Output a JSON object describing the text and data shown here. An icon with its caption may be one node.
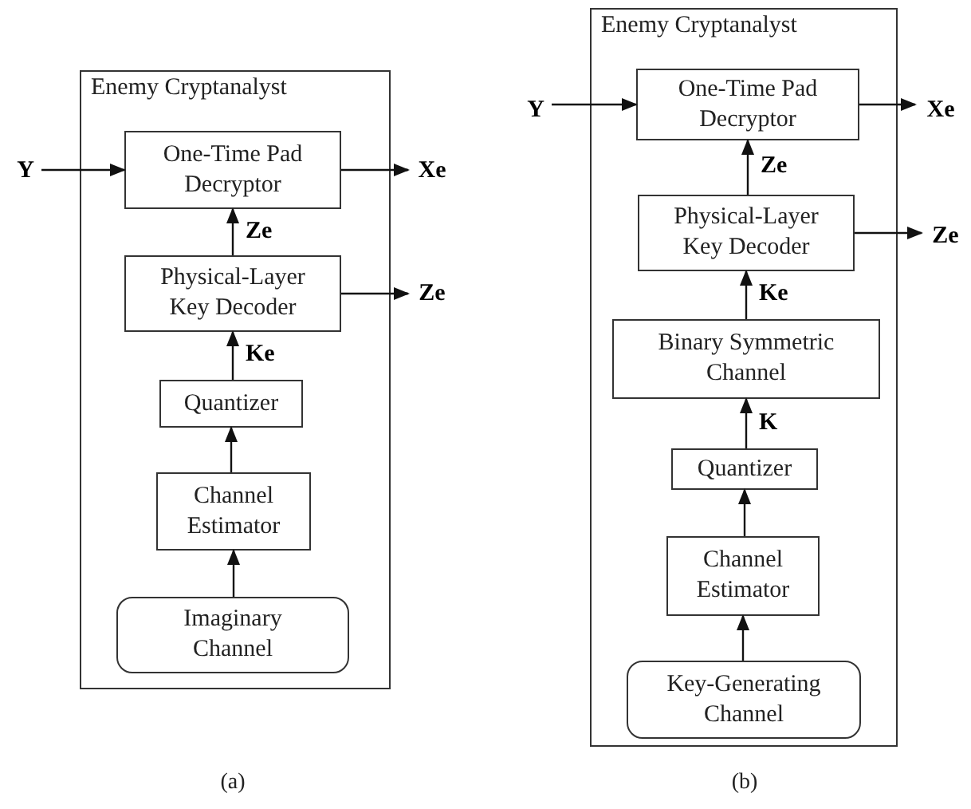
{
  "diagram": {
    "nodes": [
      {
        "text": [
          "Enemy Cryptanalyst"
        ]
      },
      {
        "text": [
          "One-Time Pad Decryptor"
        ],
        "in": 0
      },
      {
        "text": [
          "Physical-Layer Key Decoder"
        ],
        "in": 0
      },
      {
        "text": [
          "Quantizer"
        ],
        "in": 0
      },
      {
        "text": [
          "Channel Estimator"
        ],
        "in": 0
      },
      {
        "text": [
          "Imaginary Channel"
        ],
        "in": 0
      },
      {
        "text": [
          "Y"
        ]
      },
      {
        "text": [
          "Xe"
        ]
      },
      {
        "text": [
          "Ze"
        ]
      },
      {
        "text": [
          "Enemy Cryptanalyst"
        ]
      },
      {
        "text": [
          "One-Time Pad Decryptor"
        ],
        "in": 9
      },
      {
        "text": [
          "Physical-Layer Key Decoder"
        ],
        "in": 9
      },
      {
        "text": [
          "Binary Symmetric Channel"
        ],
        "in": 9
      },
      {
        "text": [
          "Quantizer"
        ],
        "in": 9
      },
      {
        "text": [
          "Channel Estimator"
        ],
        "in": 9
      },
      {
        "text": [
          "Key-Generating Channel"
        ],
        "in": 9
      },
      {
        "text": [
          "Y"
        ]
      },
      {
        "text": [
          "Xe"
        ]
      },
      {
        "text": [
          "Ze"
        ]
      }
    ],
    "edges": [
      {
        "from": 6,
        "to": 1,
        "arrow": "to"
      },
      {
        "from": 1,
        "to": 7,
        "arrow": "to"
      },
      {
        "from": 2,
        "to": 8,
        "arrow": "to"
      },
      {
        "from": 2,
        "to": 1,
        "arrow": "to",
        "label": "Ze"
      },
      {
        "from": 3,
        "to": 2,
        "arrow": "to",
        "label": "Ke"
      },
      {
        "from": 4,
        "to": 3,
        "arrow": "to"
      },
      {
        "from": 5,
        "to": 4,
        "arrow": "to"
      },
      {
        "from": 16,
        "to": 10,
        "arrow": "to"
      },
      {
        "from": 10,
        "to": 17,
        "arrow": "to"
      },
      {
        "from": 11,
        "to": 18,
        "arrow": "to"
      },
      {
        "from": 11,
        "to": 10,
        "arrow": "to",
        "label": "Ze"
      },
      {
        "from": 12,
        "to": 11,
        "arrow": "to",
        "label": "Ke"
      },
      {
        "from": 13,
        "to": 12,
        "arrow": "to",
        "label": "K"
      },
      {
        "from": 14,
        "to": 13,
        "arrow": "to"
      },
      {
        "from": 15,
        "to": 14,
        "arrow": "to"
      }
    ],
    "labels": [
      "(a)",
      "(b)"
    ]
  }
}
